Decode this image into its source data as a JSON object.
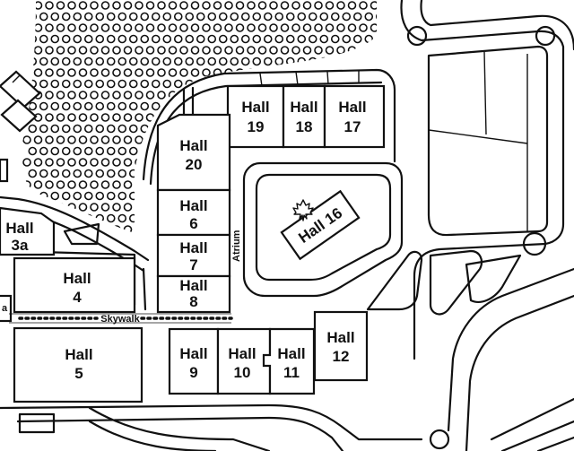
{
  "map": {
    "halls": [
      {
        "id": "hall-19",
        "line1": "Hall",
        "line2": "19"
      },
      {
        "id": "hall-18",
        "line1": "Hall",
        "line2": "18"
      },
      {
        "id": "hall-17",
        "line1": "Hall",
        "line2": "17"
      },
      {
        "id": "hall-20",
        "line1": "Hall",
        "line2": "20"
      },
      {
        "id": "hall-6",
        "line1": "Hall",
        "line2": "6"
      },
      {
        "id": "hall-7",
        "line1": "Hall",
        "line2": "7"
      },
      {
        "id": "hall-8",
        "line1": "Hall",
        "line2": "8"
      },
      {
        "id": "hall-3a",
        "line1": "Hall",
        "line2": "3a"
      },
      {
        "id": "hall-4",
        "line1": "Hall",
        "line2": "4"
      },
      {
        "id": "hall-5",
        "line1": "Hall",
        "line2": "5"
      },
      {
        "id": "hall-9",
        "line1": "Hall",
        "line2": "9"
      },
      {
        "id": "hall-10",
        "line1": "Hall",
        "line2": "10"
      },
      {
        "id": "hall-11",
        "line1": "Hall",
        "line2": "11"
      },
      {
        "id": "hall-12",
        "line1": "Hall",
        "line2": "12"
      },
      {
        "id": "hall-16",
        "line1": "Hall 16",
        "line2": ""
      }
    ],
    "labels": {
      "atrium": "Atrium",
      "skywalk": "Skywalk",
      "edge_letter": "a"
    },
    "colors": {
      "hall9_from": "#f9c6cf",
      "hall9_to": "#d99ac9",
      "hall10_from": "#d783c4",
      "hall10_to": "#b463b8",
      "hall11_from": "#6d63c2",
      "hall11_to": "#7fa7e2",
      "ink": "#111111"
    },
    "icons": [
      "maple-leaf-icon"
    ]
  }
}
